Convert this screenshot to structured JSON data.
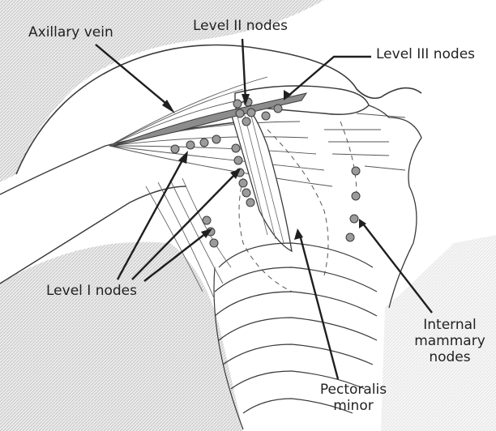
{
  "labels": {
    "axillary_vein": "Axillary vein",
    "level2": "Level II nodes",
    "level3": "Level III nodes",
    "level1": "Level I nodes",
    "internal_mammary_1": "Internal",
    "internal_mammary_2": "mammary",
    "internal_mammary_3": "nodes",
    "pectoralis_1": "Pectoralis",
    "pectoralis_2": "minor"
  },
  "colors": {
    "background_hatch": "#d6d6d6",
    "line": "#3a3a3a",
    "node_fill": "#9b9b9b",
    "vein_fill": "#8c8c8c"
  }
}
